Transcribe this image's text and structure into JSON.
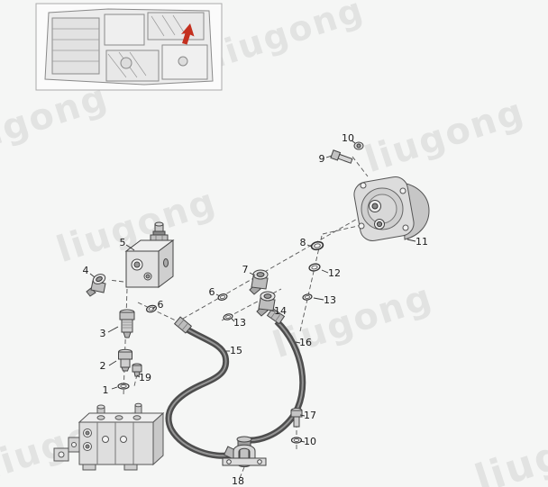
{
  "watermark": {
    "text": "liugong"
  },
  "colors": {
    "location_arrow": "#c4301f"
  },
  "callouts": [
    {
      "label": "9"
    },
    {
      "label": "10"
    },
    {
      "label": "11"
    },
    {
      "label": "5"
    },
    {
      "label": "4"
    },
    {
      "label": "8"
    },
    {
      "label": "12"
    },
    {
      "label": "7"
    },
    {
      "label": "6"
    },
    {
      "label": "6"
    },
    {
      "label": "13"
    },
    {
      "label": "13"
    },
    {
      "label": "14"
    },
    {
      "label": "3"
    },
    {
      "label": "15"
    },
    {
      "label": "16"
    },
    {
      "label": "2"
    },
    {
      "label": "19"
    },
    {
      "label": "1"
    },
    {
      "label": "17"
    },
    {
      "label": "10"
    },
    {
      "label": "18"
    }
  ]
}
